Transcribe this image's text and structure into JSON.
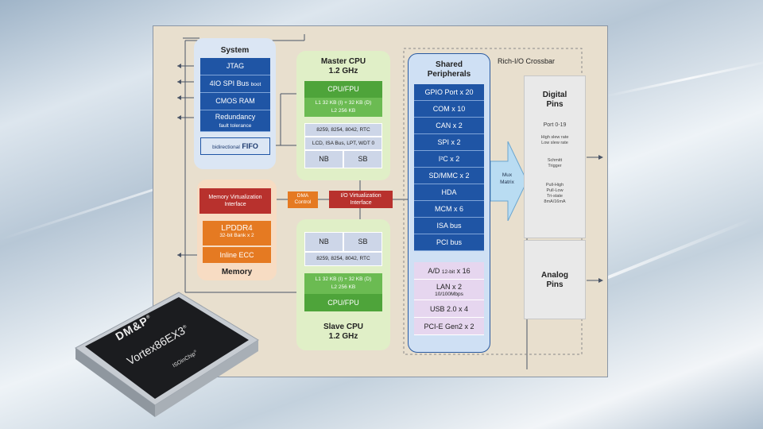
{
  "system": {
    "title": "System",
    "jtag": "JTAG",
    "spi_main": "4IO SPI Bus",
    "spi_sub": "boot",
    "cmos": "CMOS RAM",
    "redundancy": "Redundancy",
    "redundancy_sub": "fault tolerance",
    "fifo_pre": "bidirectional",
    "fifo_main": "FIFO"
  },
  "master_cpu": {
    "title_1": "Master CPU",
    "title_2": "1.2 GHz",
    "cpu_fpu": "CPU/FPU",
    "cache_1": "L1 32 KB (I) + 32 KB (D)",
    "cache_2": "L2 256 KB",
    "chips": "8259, 8254, 8042, RTC",
    "buses": "LCD, ISA Bus, LPT, WDT 0",
    "nb": "NB",
    "sb": "SB"
  },
  "slave_cpu": {
    "nb": "NB",
    "sb": "SB",
    "chips": "8259, 8254, 8042, RTC",
    "cache_1": "L1 32 KB (I) + 32 KB (D)",
    "cache_2": "L2 256 KB",
    "cpu_fpu": "CPU/FPU",
    "title_1": "Slave CPU",
    "title_2": "1.2 GHz"
  },
  "memory": {
    "mvi_1": "Memory Virtualization",
    "mvi_2": "Interface",
    "lpddr": "LPDDR4",
    "lpddr_sub": "32-bit Bank x 2",
    "ecc": "Inline ECC",
    "title": "Memory"
  },
  "dma_1": "DMA",
  "dma_2": "Control",
  "io_virt_1": "I/O Virtualization",
  "io_virt_2": "Interface",
  "shared": {
    "title_1": "Shared",
    "title_2": "Peripherals",
    "blue_items": [
      "GPIO Port x 20",
      "COM x 10",
      "CAN x 2",
      "SPI x 2",
      "I²C x 2",
      "SD/MMC x 2",
      "HDA",
      "MCM x 6",
      "ISA bus",
      "PCI bus"
    ],
    "ad_main": "A/D",
    "ad_sub": "12-bit",
    "ad_rest": "x 16",
    "lan": "LAN x 2",
    "lan_sub": "10/100Mbps",
    "usb": "USB 2.0 x 4",
    "pcie": "PCI-E Gen2 x 2"
  },
  "crossbar_label": "Rich-I/O Crossbar",
  "mux_1": "Mux",
  "mux_2": "Matrix",
  "digital": {
    "title_1": "Digital",
    "title_2": "Pins",
    "port": "Port 0-19",
    "slew_1": "High slew rate",
    "slew_2": "Low slew rate",
    "schmitt_1": "Schmitt",
    "schmitt_2": "Trigger",
    "pull_1": "Pull-High",
    "pull_2": "Pull-Low",
    "pull_3": "Tri-state",
    "pull_4": "8mA/16mA"
  },
  "analog": {
    "title_1": "Analog",
    "title_2": "Pins"
  },
  "chip": {
    "brand": "DM&P",
    "model": "Vortex86EX3",
    "reg": "®",
    "soc": "ISOinChip"
  },
  "colors": {
    "board_bg": "#e8dfce",
    "blue": "#1f55a5",
    "green": "#4ea43a",
    "red": "#b8312d",
    "orange": "#e57a22",
    "lavender": "#e6d6ef",
    "mux": "#b9dcf2"
  }
}
